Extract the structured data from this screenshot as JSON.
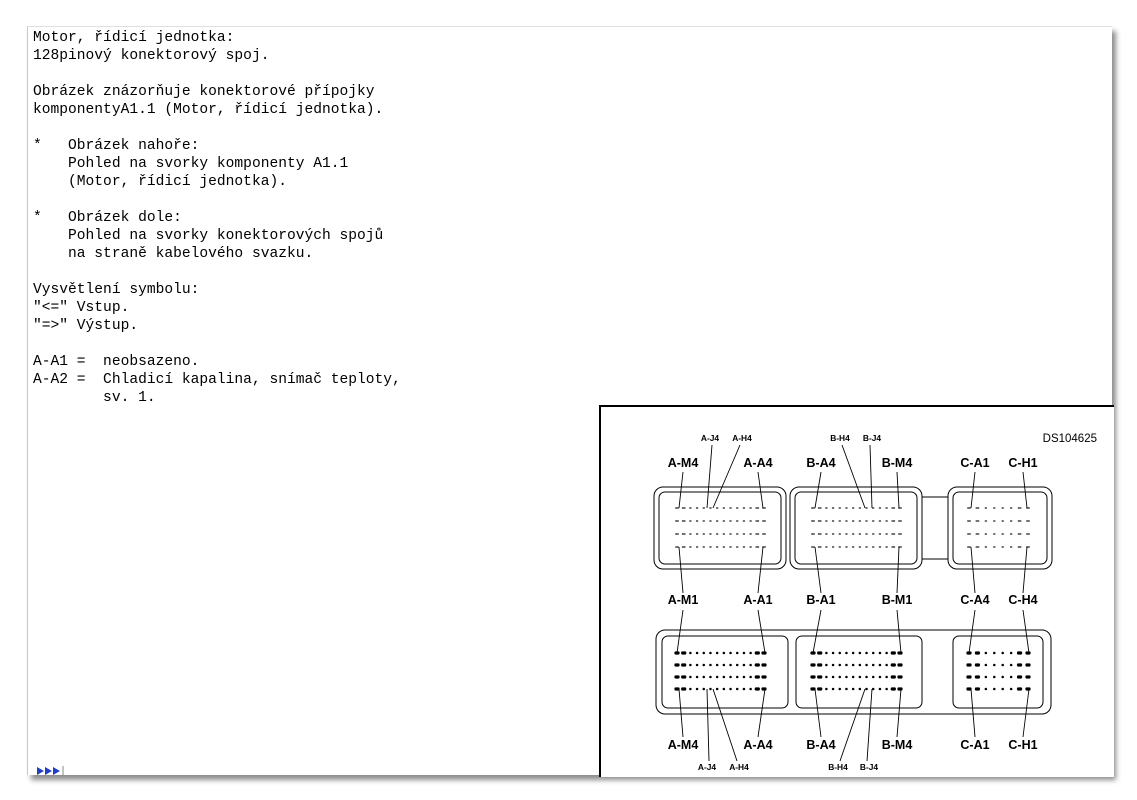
{
  "document": {
    "lines": [
      "Motor, řídicí jednotka:",
      "128pinový konektorový spoj.",
      "",
      "Obrázek znázorňuje konektorové přípojky",
      "komponentyA1.1 (Motor, řídicí jednotka).",
      "",
      "*   Obrázek nahoře:",
      "    Pohled na svorky komponenty A1.1",
      "    (Motor, řídicí jednotka).",
      "",
      "*   Obrázek dole:",
      "    Pohled na svorky konektorových spojů",
      "    na straně kabelového svazku.",
      "",
      "Vysvětlení symbolu:",
      "\"<=\" Vstup.",
      "\"=>\" Výstup.",
      "",
      "A-A1 =  neobsazeno.",
      "A-A2 =  Chladicí kapalina, snímač teploty,",
      "        sv. 1."
    ]
  },
  "figure": {
    "id": "DS104625",
    "top_labels": {
      "big": [
        "A-M4",
        "A-A4",
        "B-A4",
        "B-M4",
        "C-A1",
        "C-H1"
      ],
      "small": [
        "A-J4",
        "A-H4",
        "B-H4",
        "B-J4"
      ]
    },
    "middle_labels": [
      "A-M1",
      "A-A1",
      "B-A1",
      "B-M1",
      "C-A4",
      "C-H4"
    ],
    "bottom_labels": {
      "big": [
        "A-M4",
        "A-A4",
        "B-A4",
        "B-M4",
        "C-A1",
        "C-H1"
      ],
      "small": [
        "A-J4",
        "A-H4",
        "B-H4",
        "B-J4"
      ]
    }
  },
  "navigation": {
    "next_icon": "triple-arrow-icon"
  },
  "colors": {
    "text": "#000000",
    "nav": "#1f3fbf",
    "shadow": "#555555"
  }
}
